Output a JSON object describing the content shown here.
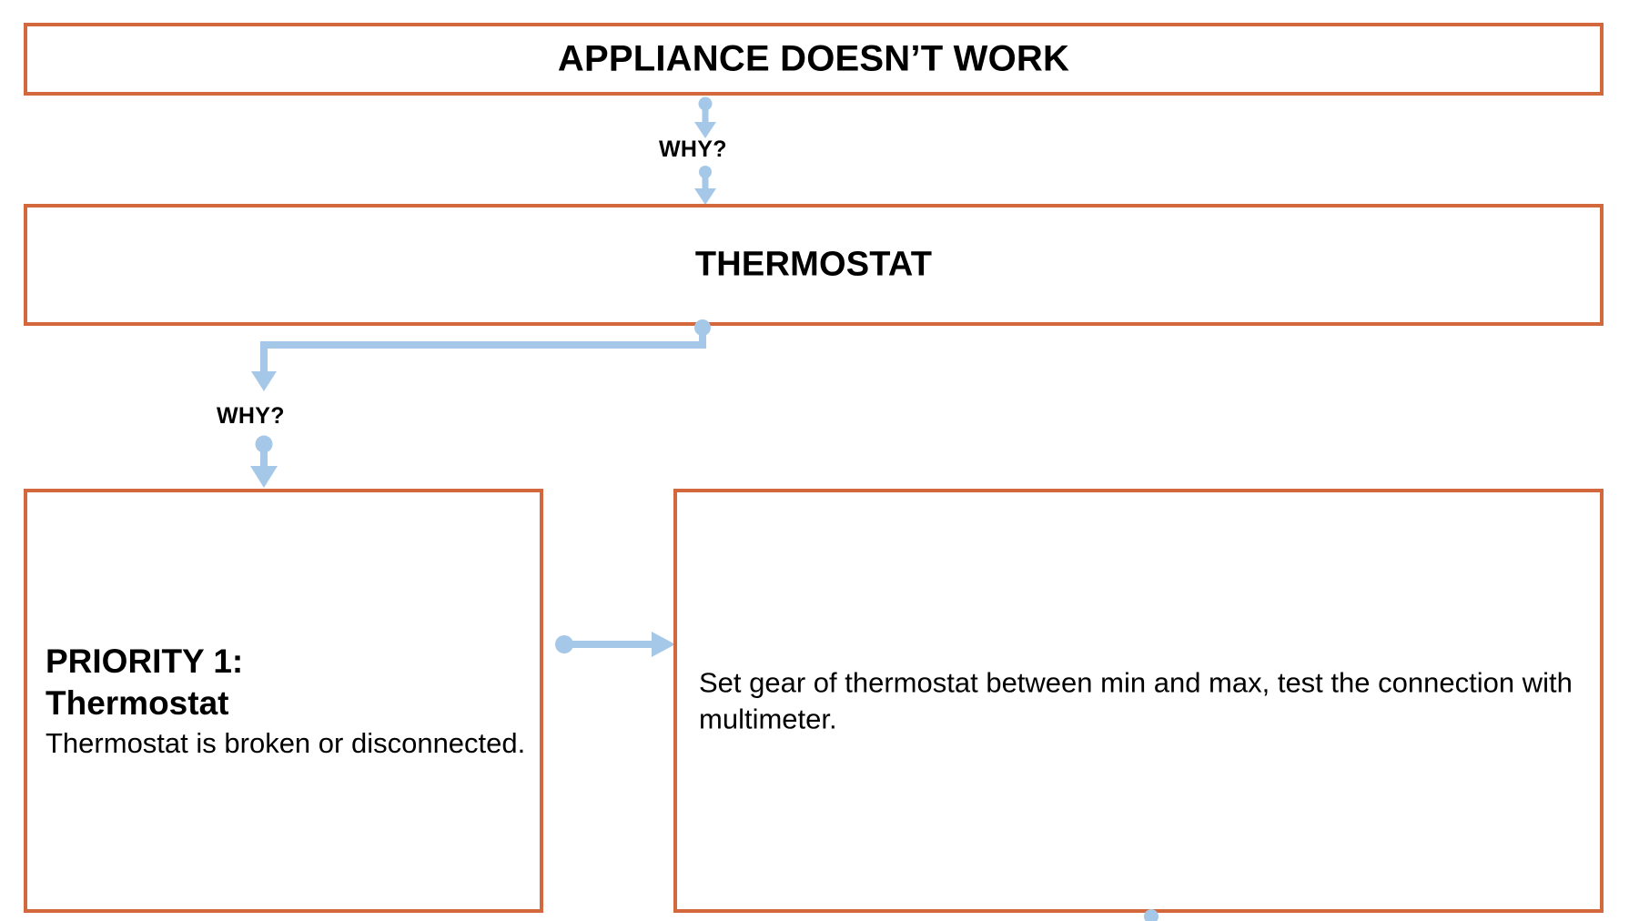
{
  "diagram": {
    "type": "root-cause-analysis-flowchart",
    "colors": {
      "box_border": "#d2683c",
      "connector": "#a6c8e8",
      "text": "#000000",
      "background": "#ffffff"
    },
    "nodes": {
      "problem": {
        "title": "APPLIANCE DOESN’T WORK"
      },
      "system": {
        "title": "THERMOSTAT"
      },
      "cause": {
        "heading": "PRIORITY 1:\nThermostat",
        "detail": "Thermostat is broken or disconnected."
      },
      "action": {
        "text": "Set gear of thermostat between min and max, test the connection with multimeter."
      }
    },
    "connectors": {
      "why_label_1": "WHY?",
      "why_label_2": "WHY?",
      "arrow_problem_to_why": "arrow-down-icon",
      "arrow_why_to_system": "arrow-down-icon",
      "elbow_system_to_why": "elbow-arrow-icon",
      "arrow_why_to_cause": "arrow-down-icon",
      "arrow_cause_to_action": "arrow-right-icon",
      "arrow_action_continues": "arrow-down-icon"
    }
  }
}
